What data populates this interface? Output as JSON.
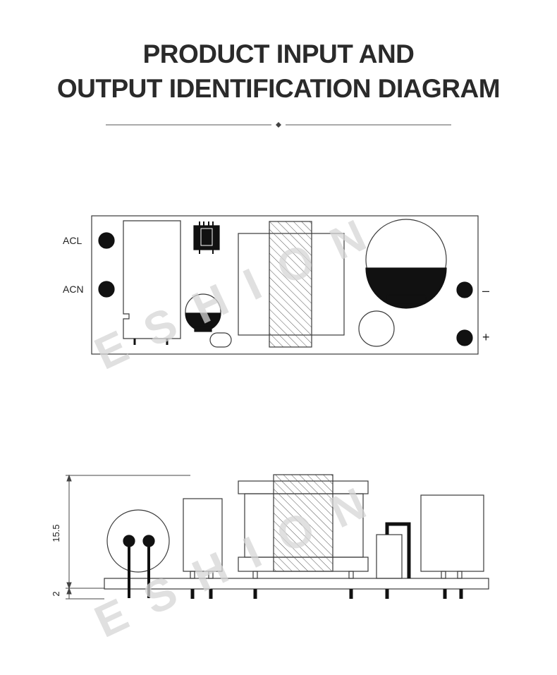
{
  "header": {
    "title_line1": "PRODUCT INPUT AND",
    "title_line2": "OUTPUT IDENTIFICATION DIAGRAM"
  },
  "top_view": {
    "pins": {
      "acl_label": "ACL",
      "acn_label": "ACN",
      "minus_label": "–",
      "plus_label": "+"
    }
  },
  "side_view": {
    "dimensions": {
      "height_label": "15.5",
      "board_label": "2"
    }
  },
  "watermark": {
    "text": "E S H I O N",
    "color": "#d8d8d8"
  },
  "colors": {
    "line": "#3a3a3a",
    "fill_dark": "#111111",
    "title": "#2a2a2a"
  }
}
